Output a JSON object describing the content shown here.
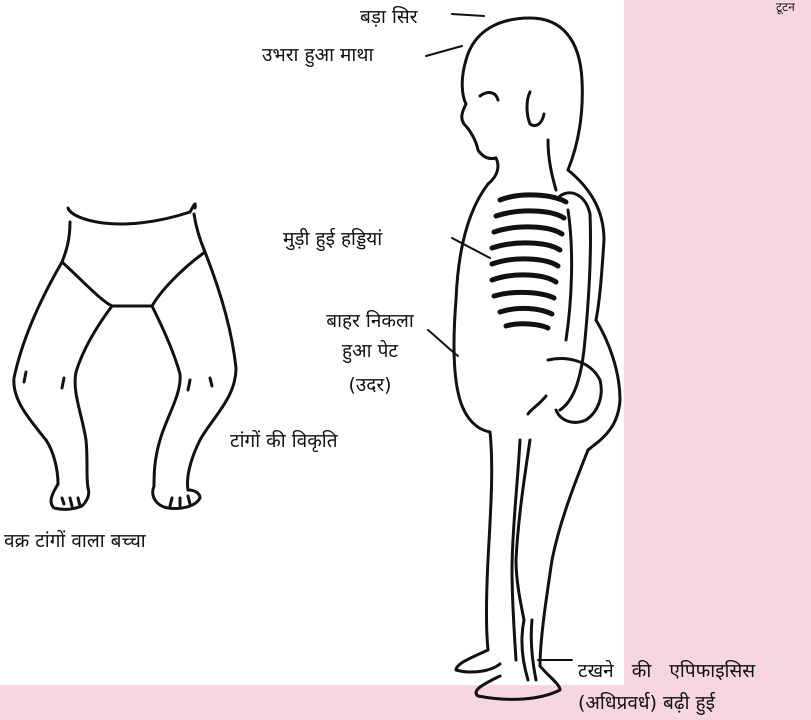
{
  "figure": {
    "labels": {
      "big_head": "बड़ा सिर",
      "bulging_forehead": "उभरा हुआ माथा",
      "bent_bones": "मुड़ी हुई हड्डियां",
      "protruding_belly_line1": "बाहर निकला",
      "protruding_belly_line2": "हुआ पेट",
      "protruding_belly_line3": "(उदर)",
      "leg_deformity": "टांगों की विकृति",
      "bowlegged_child": "वक्र टांगों वाला बच्चा",
      "ankle_line1": "टखने   की   एपिफाइसिस",
      "ankle_line2": "(अधिप्रवर्ध) बढ़ी हुई",
      "corner_text": "टूटन"
    },
    "colors": {
      "background": "#f7d6e4",
      "panel": "#ffffff",
      "ink": "#111111"
    },
    "icons": [
      "child-full-body-illustration",
      "bowed-legs-illustration"
    ]
  }
}
